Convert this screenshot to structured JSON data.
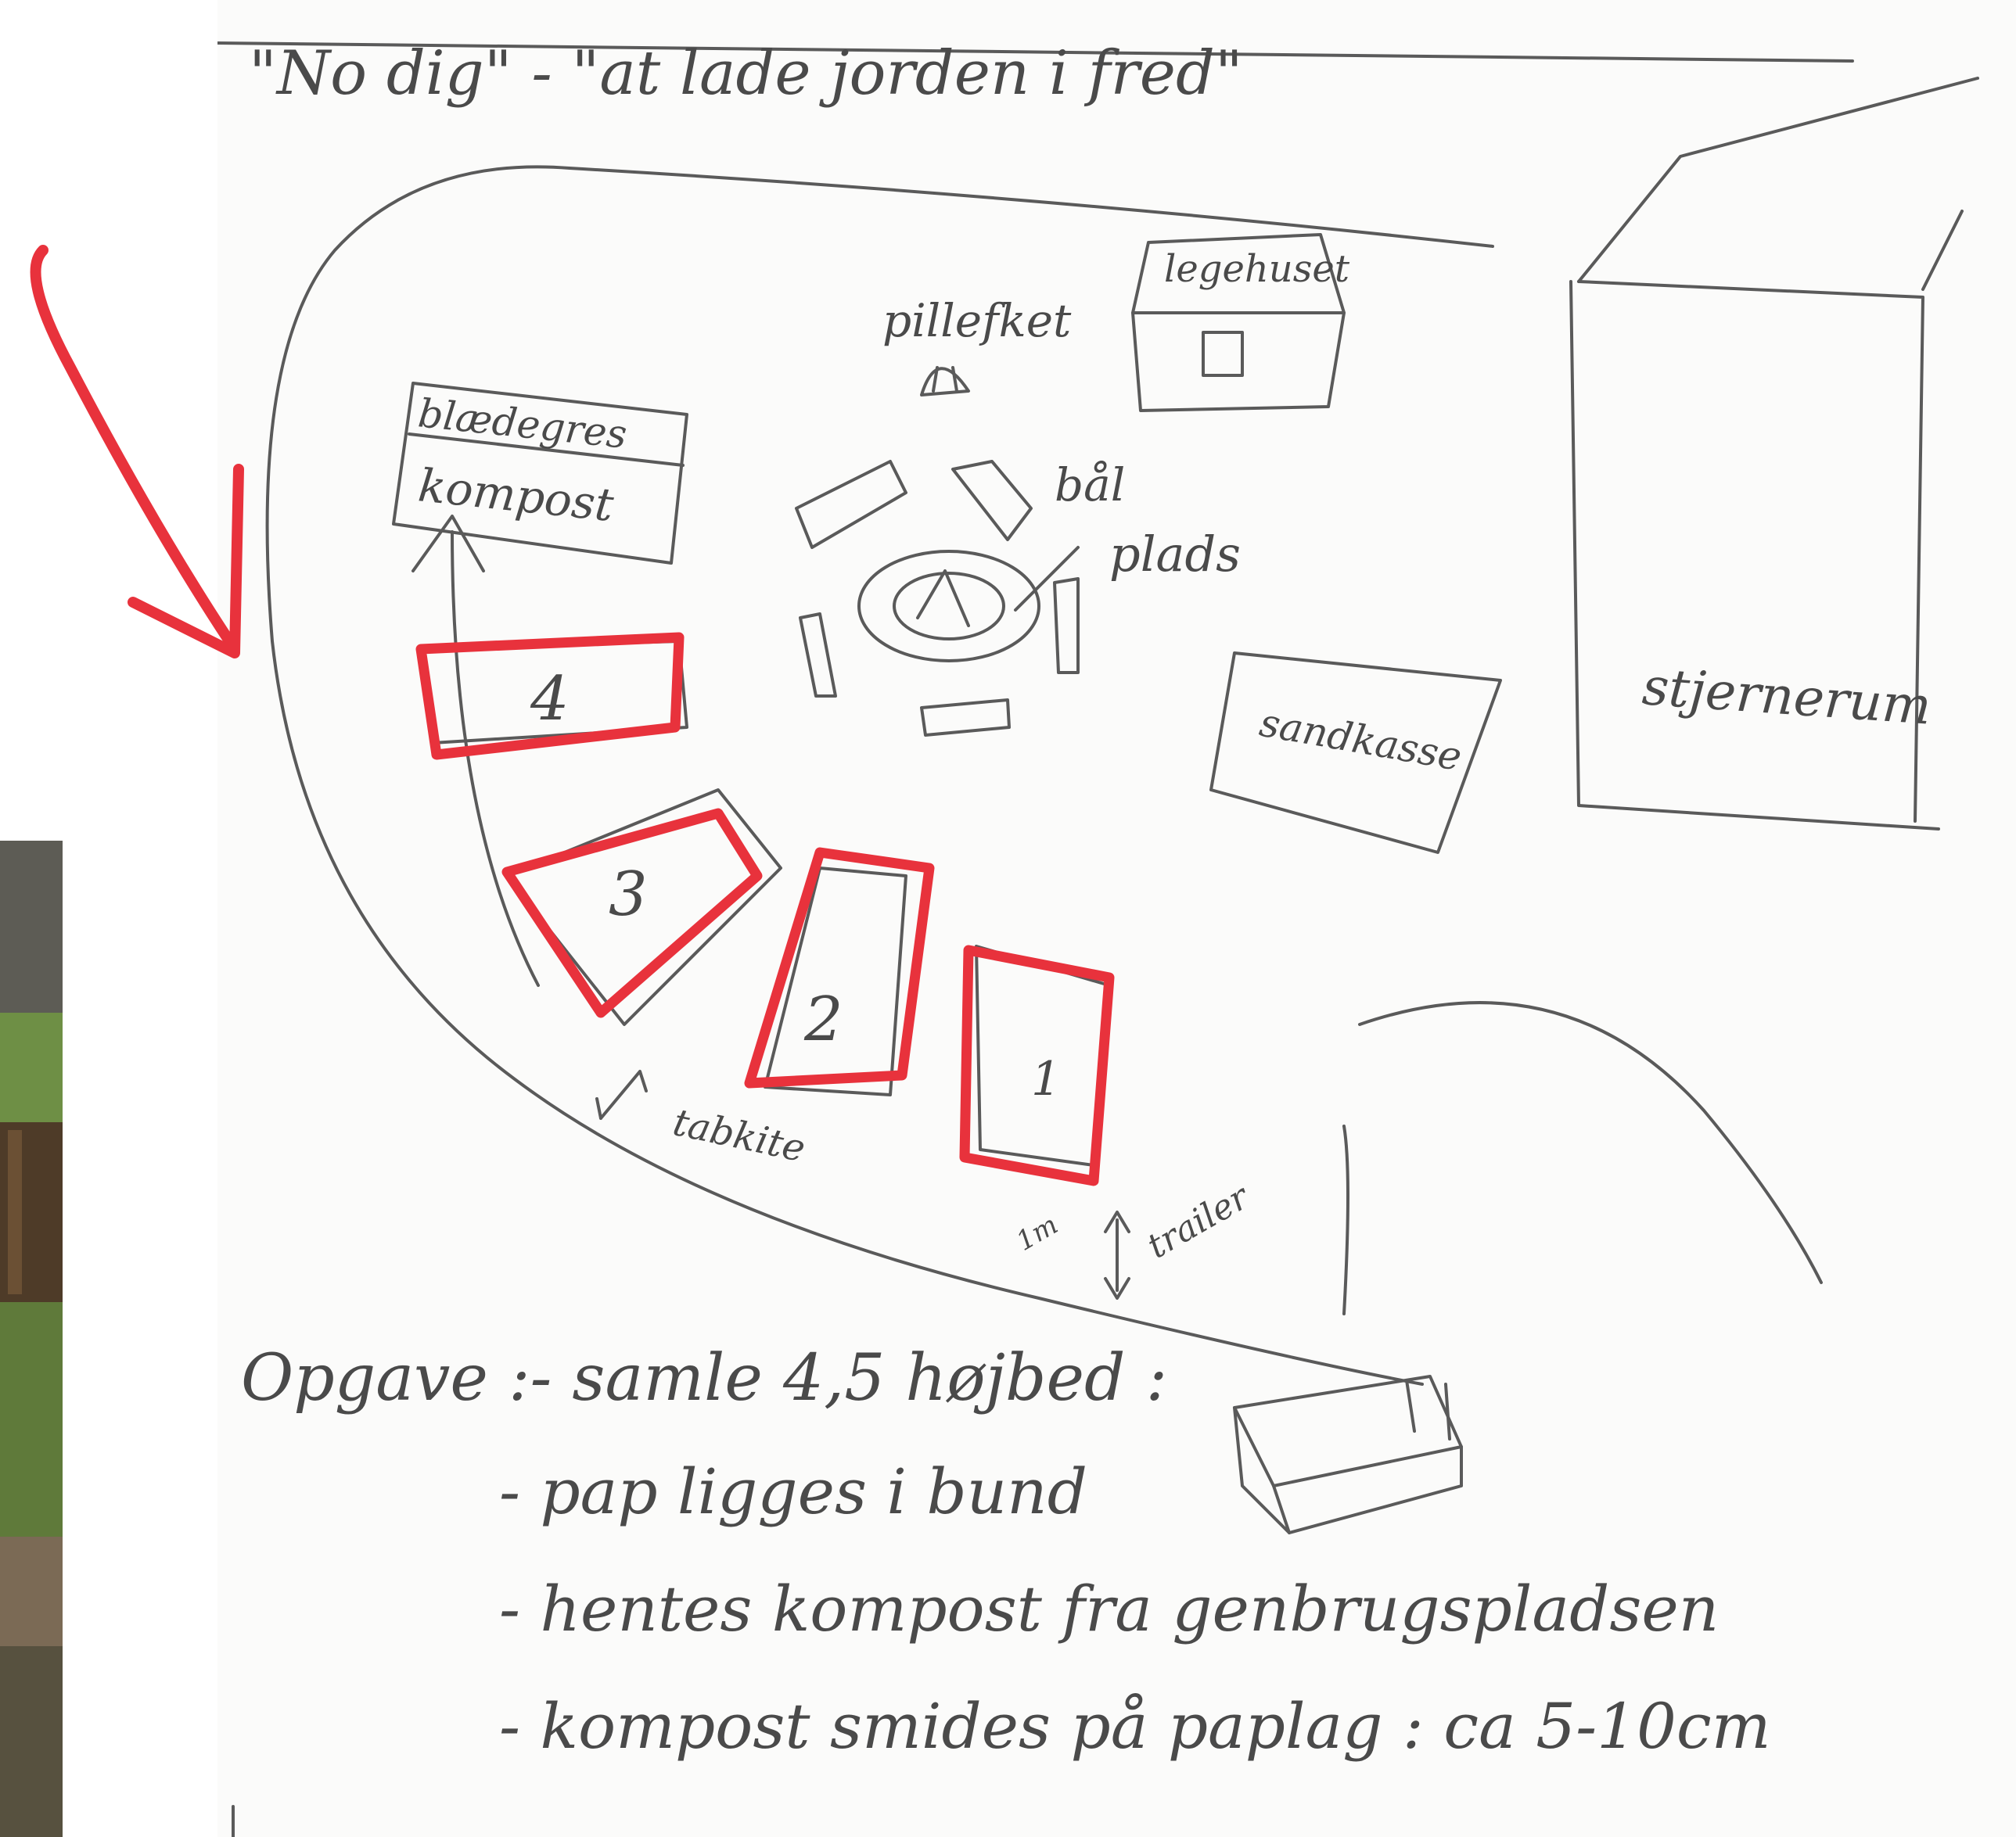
{
  "title": "\"No dig\" - \"at lade jorden i fred\"",
  "map_labels": {
    "legehuset": "legehuset",
    "pillefket": "pillefket",
    "blaedgres": "blædegres",
    "kompost": "kompost",
    "bal": "bål",
    "plads": "plads",
    "sandkasse": "sandkasse",
    "stjernerum": "stjernerum",
    "bottom_word": "tabkite",
    "meter": "1m",
    "trailer": "trailer"
  },
  "beds": [
    {
      "number": "4"
    },
    {
      "number": "3"
    },
    {
      "number": "2"
    },
    {
      "number": "1"
    }
  ],
  "notes": {
    "task_line": "Opgave :- samle  4,5 højbed :",
    "items": [
      "- pap ligges i bund",
      "- hentes kompost fra genbrugspladsen",
      "- kompost smides på paplag : ca 5-10cm"
    ]
  },
  "colors": {
    "pencil": "#5a5a5a",
    "highlight": "#e8323c",
    "paper": "#fbfbfa",
    "grass": "#6e8f45"
  },
  "icons": {
    "arrow": "red-hand-drawn-arrow",
    "firepit": "fire-pit-icon",
    "raised_bed": "raised-bed-sketch-icon"
  }
}
